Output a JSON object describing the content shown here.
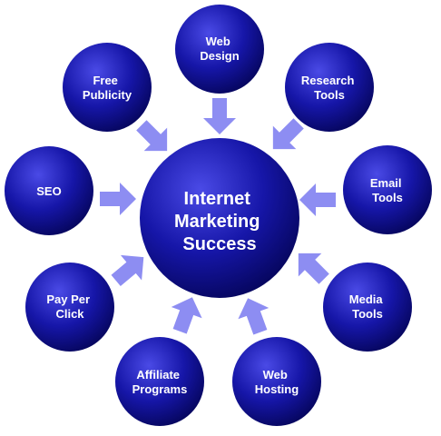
{
  "center": {
    "lines": [
      "Internet",
      "Marketing",
      "Success"
    ]
  },
  "nodes": [
    {
      "id": "web-design",
      "lines": [
        "Web",
        "Design"
      ]
    },
    {
      "id": "research-tools",
      "lines": [
        "Research",
        "Tools"
      ]
    },
    {
      "id": "email-tools",
      "lines": [
        "Email",
        "Tools"
      ]
    },
    {
      "id": "media-tools",
      "lines": [
        "Media",
        "Tools"
      ]
    },
    {
      "id": "web-hosting",
      "lines": [
        "Web",
        "Hosting"
      ]
    },
    {
      "id": "affiliate-programs",
      "lines": [
        "Affiliate",
        "Programs"
      ]
    },
    {
      "id": "pay-per-click",
      "lines": [
        "Pay Per",
        "Click"
      ]
    },
    {
      "id": "seo",
      "lines": [
        "SEO"
      ]
    },
    {
      "id": "free-publicity",
      "lines": [
        "Free",
        "Publicity"
      ]
    }
  ],
  "colors": {
    "circle_light": "#4a4ae6",
    "circle_mid": "#1616a8",
    "circle_dark": "#06065e",
    "arrow": "#8d8df2",
    "text": "#ffffff"
  }
}
